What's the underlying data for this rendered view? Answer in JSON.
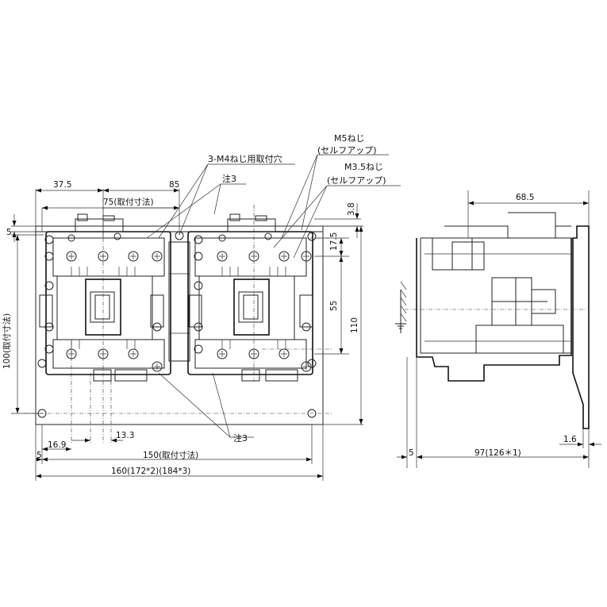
{
  "labels": {
    "m5_screw": "M5ねじ",
    "m5_self_up": "(セルフアップ)",
    "m35_screw": "M3.5ねじ",
    "m35_self_up": "(セルフアップ)",
    "mount_holes": "3-M4ねじ用取付穴",
    "note3_top": "注3",
    "note3_bottom": "注3"
  },
  "dimensions": {
    "d37_5": "37.5",
    "d85": "85",
    "d75": "75(取付寸法)",
    "d5_left": "5",
    "d100": "100(取付寸法)",
    "d3_8": "3.8",
    "d17_5": "17.5",
    "d55": "55",
    "d110": "110",
    "d16_9": "16.9",
    "d13_3": "13.3",
    "d5_bottom": "5",
    "d150": "150(取付寸法)",
    "d160": "160(172*2)(184*3)",
    "d68_5": "68.5",
    "d5_side": "5",
    "d97": "97(126＊1)",
    "d1_6": "1.6"
  }
}
